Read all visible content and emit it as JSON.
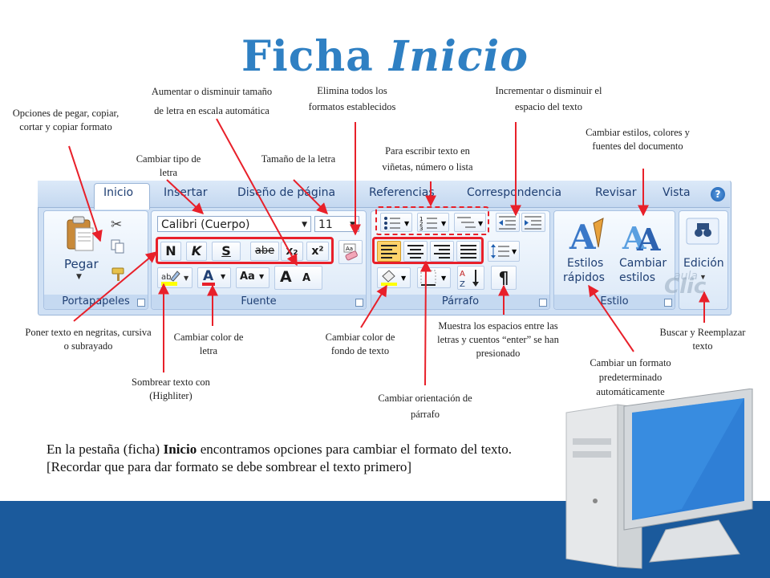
{
  "title": {
    "main": "Ficha",
    "italic": "Inicio"
  },
  "ribbon": {
    "tabs": [
      "Inicio",
      "Insertar",
      "Diseño de página",
      "Referencias",
      "Correspondencia",
      "Revisar",
      "Vista"
    ],
    "help_label": "?",
    "groups": {
      "clipboard": "Portapapeles",
      "font": "Fuente",
      "paragraph": "Párrafo",
      "styles": "Estilo",
      "editing": "Edición"
    },
    "paste_label": "Pegar",
    "font_name": "Calibri (Cuerpo)",
    "font_size": "11",
    "bold": "N",
    "italic": "K",
    "underline": "S",
    "strike": "abe",
    "subscript": "x₂",
    "superscript": "x²",
    "grow_font": "A",
    "shrink_font": "A",
    "change_case": "Aa",
    "font_color": "A",
    "pilcrow": "¶",
    "quick_styles": "Estilos\nrápidos",
    "quick_styles_line1": "Estilos",
    "quick_styles_line2": "rápidos",
    "change_styles_line1": "Cambiar",
    "change_styles_line2": "estilos",
    "editing_label": "Edición",
    "aula_logo": "aula",
    "clic_logo": "Clic"
  },
  "annotations": {
    "paste_options": "Opciones de pegar, copiar, cortar y copiar formato",
    "grow_shrink": "Aumentar o disminuir tamaño de letra en escala automática",
    "clear_formats": "Elimina todos los formatos establecidos",
    "indent": "Incrementar o disminuir el espacio del texto",
    "change_styles": "Cambiar estilos, colores y fuentes del documento",
    "font_type": "Cambiar tipo de letra",
    "font_size": "Tamaño de la letra",
    "bullets": "Para escribir texto en viñetas, número o lista",
    "bold_italic_underline": "Poner texto en negritas, cursiva o subrayado",
    "font_color": "Cambiar color de letra",
    "shading": "Cambiar color de fondo de texto",
    "show_marks": "Muestra los espacios entre las letras y cuentos “enter” se han presionado",
    "quick_style": "Cambiar un formato predeterminado automáticamente",
    "find_replace": "Buscar y Reemplazar texto",
    "highlight": "Sombrear texto con (Highliter)",
    "alignment": "Cambiar orientación de párrafo"
  },
  "body": {
    "text_before": "En la pestaña (ficha) ",
    "text_bold": "Inicio",
    "text_after": " encontramos opciones para cambiar el formato del texto. [Recordar que para dar formato se debe sombrear el texto primero]"
  },
  "colors": {
    "title": "#2f80c3",
    "arrows": "#e8202a",
    "band": "#1b5a9c",
    "ribbon": "#cfe0f4"
  }
}
